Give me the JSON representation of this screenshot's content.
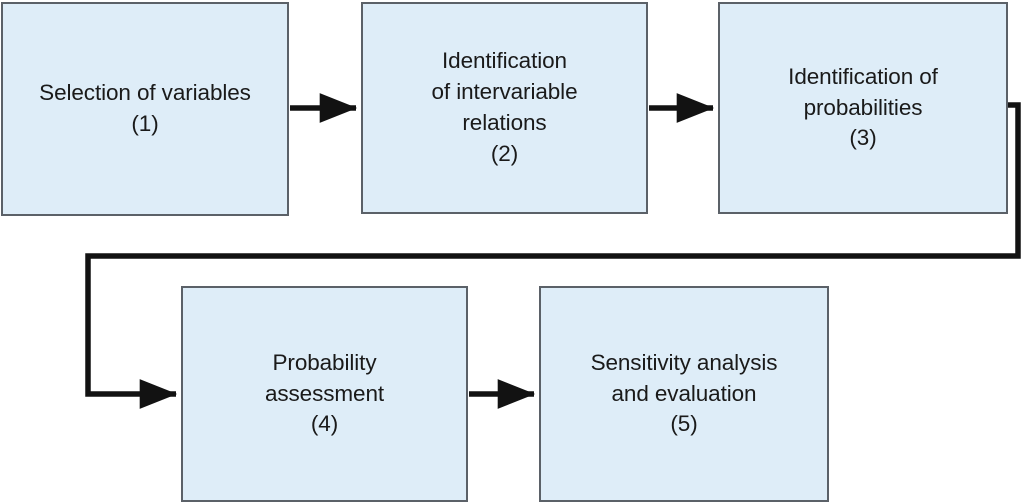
{
  "diagram": {
    "type": "flowchart",
    "title": "",
    "background_color": "#ffffff",
    "node_fill_color": "#deedf8",
    "node_border_color": "#5b6168",
    "connector_color": "#121212",
    "text_color": "#1a1a1a",
    "nodes": [
      {
        "id": "1",
        "number": "(1)",
        "label": "Selection of variables\n(1)"
      },
      {
        "id": "2",
        "number": "(2)",
        "label": "Identification\nof intervariable\nrelations\n(2)"
      },
      {
        "id": "3",
        "number": "(3)",
        "label": "Identification of\nprobabilities\n(3)"
      },
      {
        "id": "4",
        "number": "(4)",
        "label": "Probability\nassessment\n(4)"
      },
      {
        "id": "5",
        "number": "(5)",
        "label": "Sensitivity analysis\nand evaluation\n(5)"
      }
    ],
    "edges": [
      {
        "from": "1",
        "to": "2",
        "style": "straight-arrow"
      },
      {
        "from": "2",
        "to": "3",
        "style": "straight-arrow"
      },
      {
        "from": "3",
        "to": "4",
        "style": "elbow-arrow"
      },
      {
        "from": "4",
        "to": "5",
        "style": "straight-arrow"
      }
    ]
  }
}
